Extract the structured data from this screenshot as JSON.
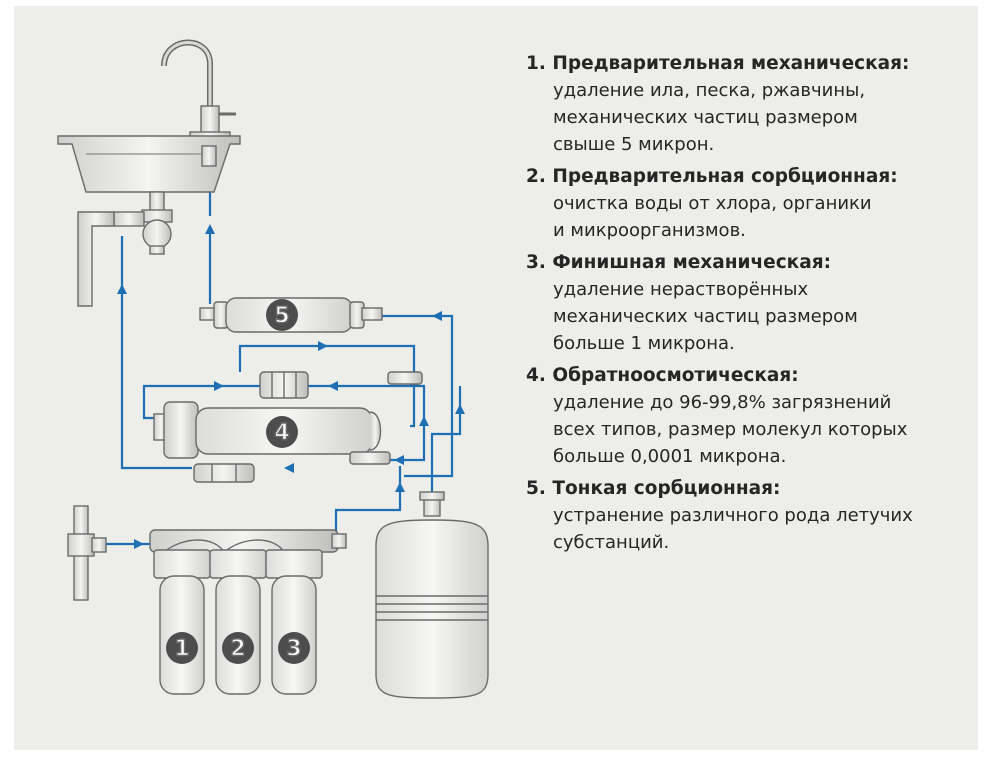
{
  "stages": [
    {
      "number": "1",
      "title": "1. Предварительная механическая:",
      "lines": [
        "удаление ила, песка, ржавчины,",
        "механических частиц размером",
        "свыше 5 микрон."
      ]
    },
    {
      "number": "2",
      "title": "2. Предварительная сорбционная:",
      "lines": [
        "очистка воды от хлора, органики",
        "и микроорганизмов."
      ]
    },
    {
      "number": "3",
      "title": "3. Финишная механическая:",
      "lines": [
        "удаление нерастворённых",
        "механических частиц  размером",
        "больше 1 микрона."
      ]
    },
    {
      "number": "4",
      "title": "4. Обратноосмотическая:",
      "lines": [
        "удаление до 96-99,8% загрязнений",
        "всех типов, размер молекул которых",
        "больше 0,0001 микрона."
      ]
    },
    {
      "number": "5",
      "title": "5. Тонкая сорбционная:",
      "lines": [
        "устранение различного рода летучих",
        "субстанций."
      ]
    }
  ],
  "colors": {
    "background": "#edede9",
    "pipe": "#1f6fb4",
    "outline": "#6a6a6a",
    "badge": "#4d4d4d",
    "text": "#262626"
  },
  "icons": [
    "faucet-icon",
    "sink-icon",
    "drain-trap-icon",
    "inlet-valve-icon",
    "filter-housing-icon",
    "membrane-housing-icon",
    "post-filter-icon",
    "storage-tank-icon",
    "flow-arrow-icon"
  ]
}
